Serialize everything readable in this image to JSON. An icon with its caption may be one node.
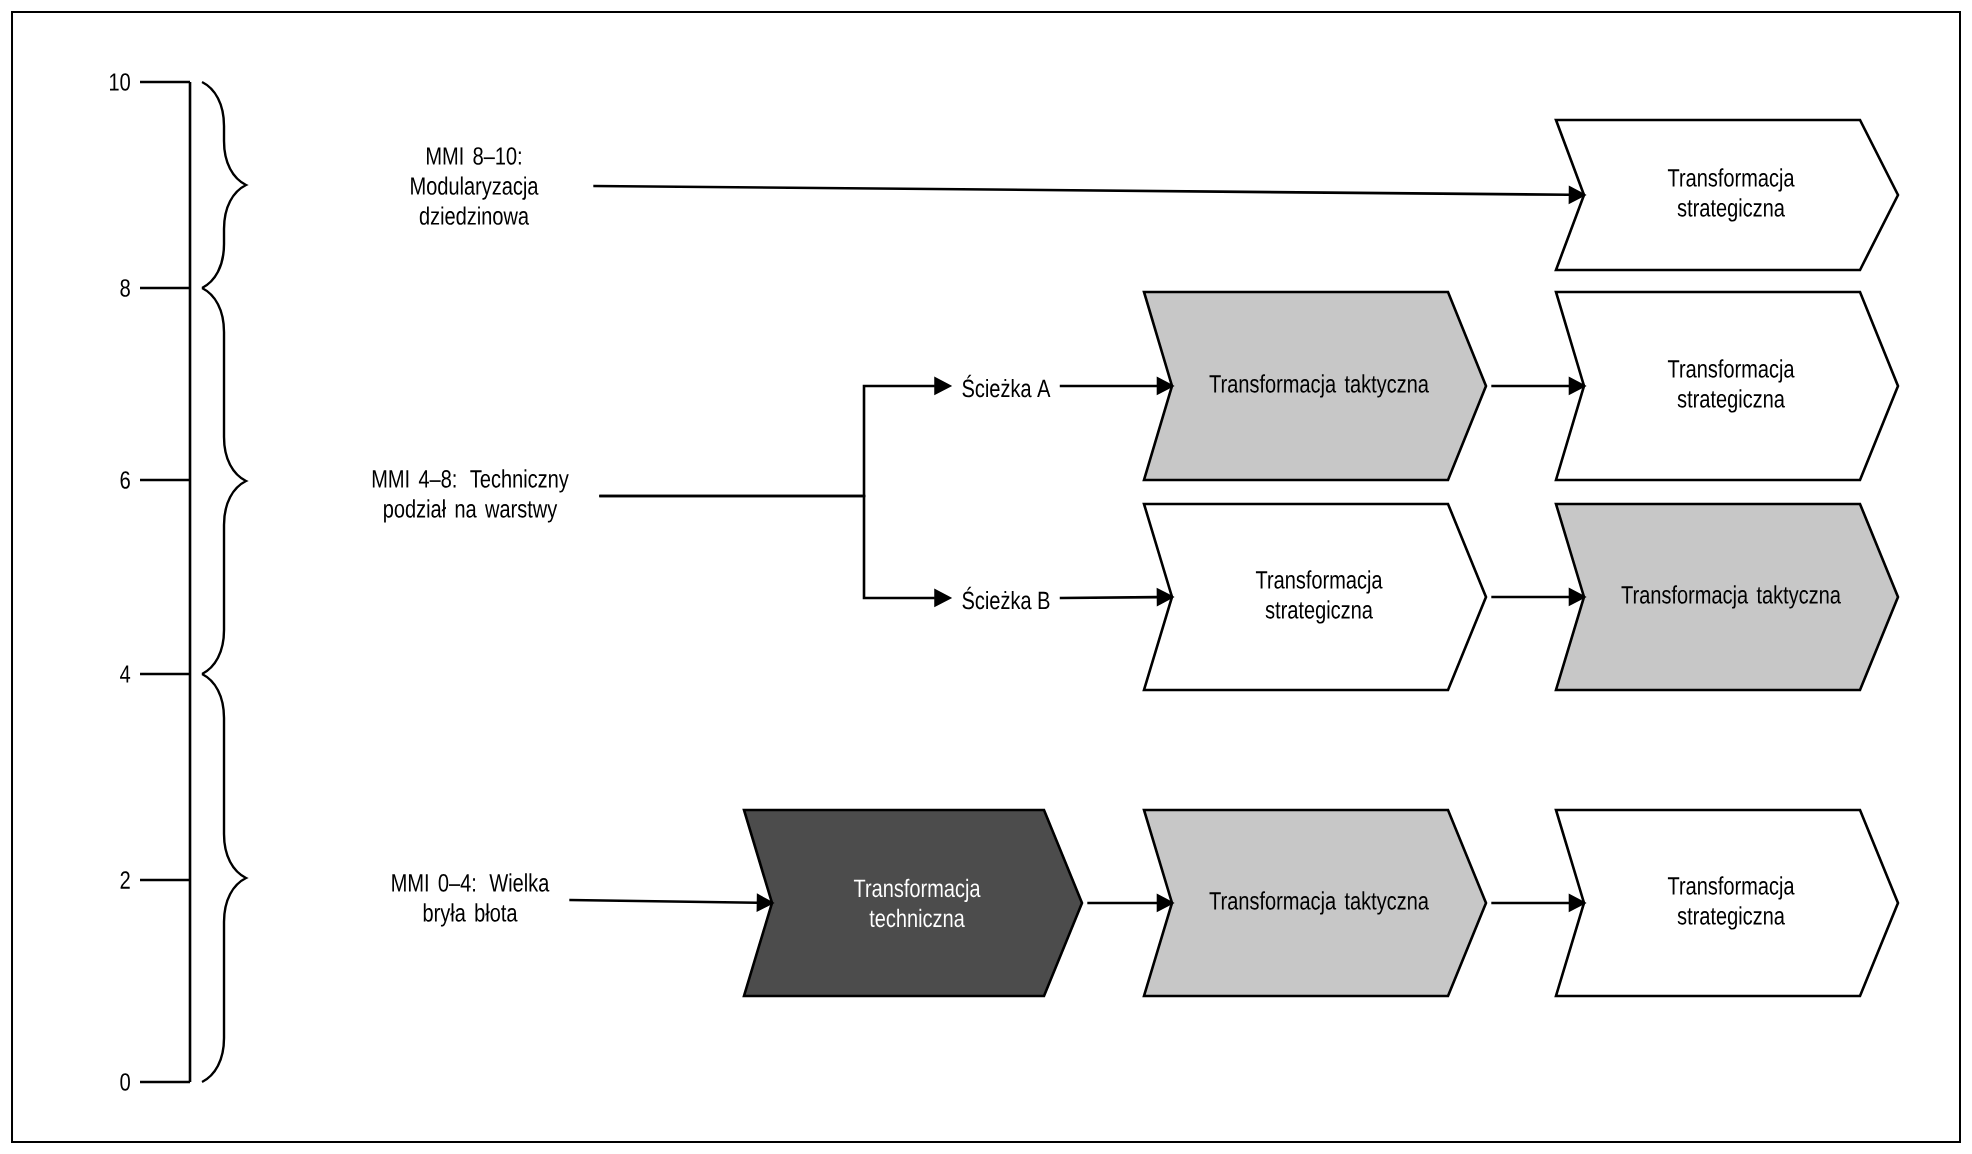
{
  "diagram": {
    "nodes": [
      {
        "text": [
          "MMI 8–10: Modularyzacja dziedzinowa"
        ]
      },
      {
        "text": [
          "Transformacja strategiczna"
        ]
      },
      {
        "text": [
          "MMI 4–8: Techniczny podział na warstwy"
        ]
      },
      {
        "text": [
          "Ścieżka A"
        ]
      },
      {
        "text": [
          "Transformacja taktyczna"
        ]
      },
      {
        "text": [
          "Transformacja strategiczna"
        ]
      },
      {
        "text": [
          "Ścieżka B"
        ]
      },
      {
        "text": [
          "Transformacja strategiczna"
        ]
      },
      {
        "text": [
          "Transformacja taktyczna"
        ]
      },
      {
        "text": [
          "MMI 0–4: Wielka bryła błota"
        ]
      },
      {
        "text": [
          "Transformacja techniczna"
        ]
      },
      {
        "text": [
          "Transformacja taktyczna"
        ]
      },
      {
        "text": [
          "Transformacja strategiczna"
        ]
      }
    ],
    "edges": [
      {
        "from": 0,
        "to": 1,
        "arrow": "to"
      },
      {
        "from": 2,
        "to": 3,
        "arrow": "to"
      },
      {
        "from": 2,
        "to": 6,
        "arrow": "to"
      },
      {
        "from": 3,
        "to": 4,
        "arrow": "to"
      },
      {
        "from": 4,
        "to": 5,
        "arrow": "to"
      },
      {
        "from": 6,
        "to": 7,
        "arrow": "to"
      },
      {
        "from": 7,
        "to": 8,
        "arrow": "to"
      },
      {
        "from": 9,
        "to": 10,
        "arrow": "to"
      },
      {
        "from": 10,
        "to": 11,
        "arrow": "to"
      },
      {
        "from": 11,
        "to": 12,
        "arrow": "to"
      }
    ],
    "labels": [
      "10",
      "8",
      "6",
      "4",
      "2",
      "0"
    ]
  }
}
